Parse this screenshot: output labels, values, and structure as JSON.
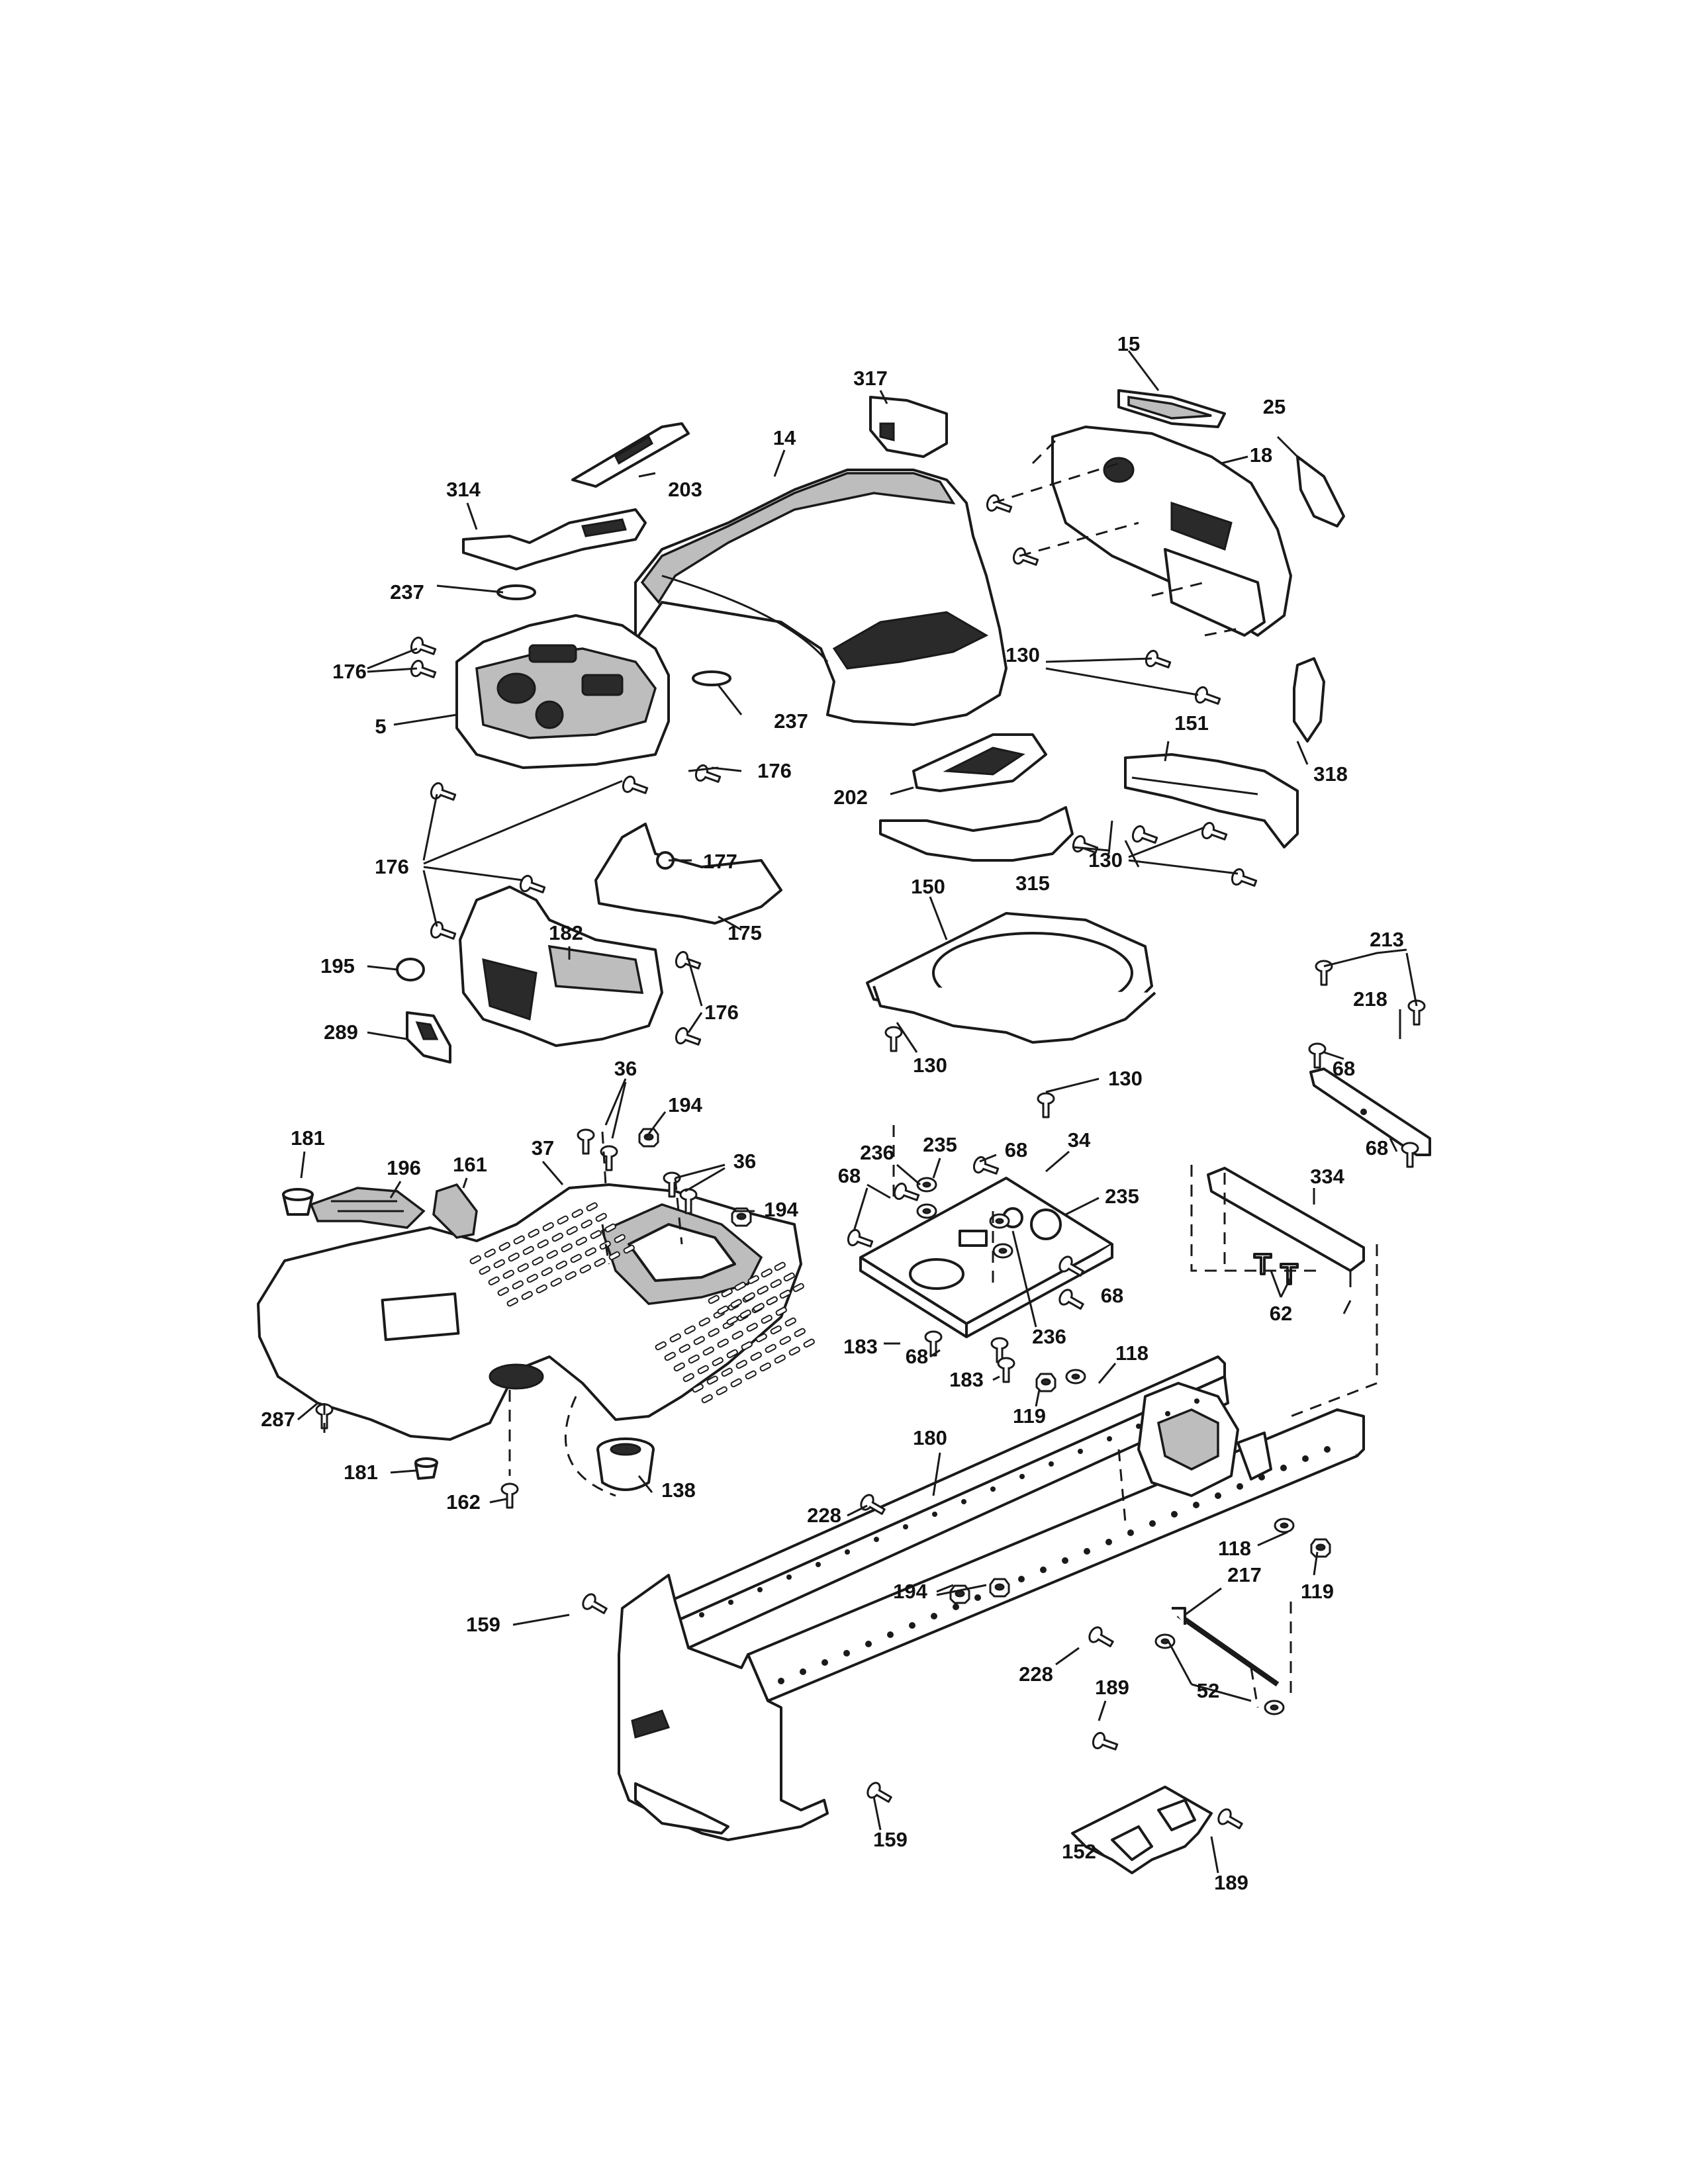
{
  "diagram": {
    "callouts": {
      "c_15": "15",
      "c_25": "25",
      "c_317": "317",
      "c_14": "14",
      "c_18": "18",
      "c_314": "314",
      "c_203": "203",
      "c_237a": "237",
      "c_237b": "237",
      "c_176a": "176",
      "c_5": "5",
      "c_176b": "176",
      "c_130a": "130",
      "c_318": "318",
      "c_151": "151",
      "c_202": "202",
      "c_130b": "130",
      "c_315": "315",
      "c_176c": "176",
      "c_177": "177",
      "c_175": "175",
      "c_195": "195",
      "c_182": "182",
      "c_176d": "176",
      "c_289": "289",
      "c_150": "150",
      "c_130c": "130",
      "c_130d": "130",
      "c_213": "213",
      "c_218": "218",
      "c_68a": "68",
      "c_68b": "68",
      "c_36a": "36",
      "c_194a": "194",
      "c_36b": "36",
      "c_194b": "194",
      "c_181a": "181",
      "c_196": "196",
      "c_161": "161",
      "c_37": "37",
      "c_235a": "235",
      "c_236a": "236",
      "c_68c": "68",
      "c_34": "34",
      "c_68d": "68",
      "c_235b": "235",
      "c_334": "334",
      "c_68e": "68",
      "c_62": "62",
      "c_183a": "183",
      "c_68f": "68",
      "c_236b": "236",
      "c_183b": "183",
      "c_118a": "118",
      "c_119a": "119",
      "c_287": "287",
      "c_181b": "181",
      "c_162": "162",
      "c_138": "138",
      "c_180": "180",
      "c_228a": "228",
      "c_194c": "194",
      "c_118b": "118",
      "c_119b": "119",
      "c_217": "217",
      "c_159a": "159",
      "c_228b": "228",
      "c_52": "52",
      "c_189a": "189",
      "c_159b": "159",
      "c_152": "152",
      "c_189b": "189"
    }
  }
}
